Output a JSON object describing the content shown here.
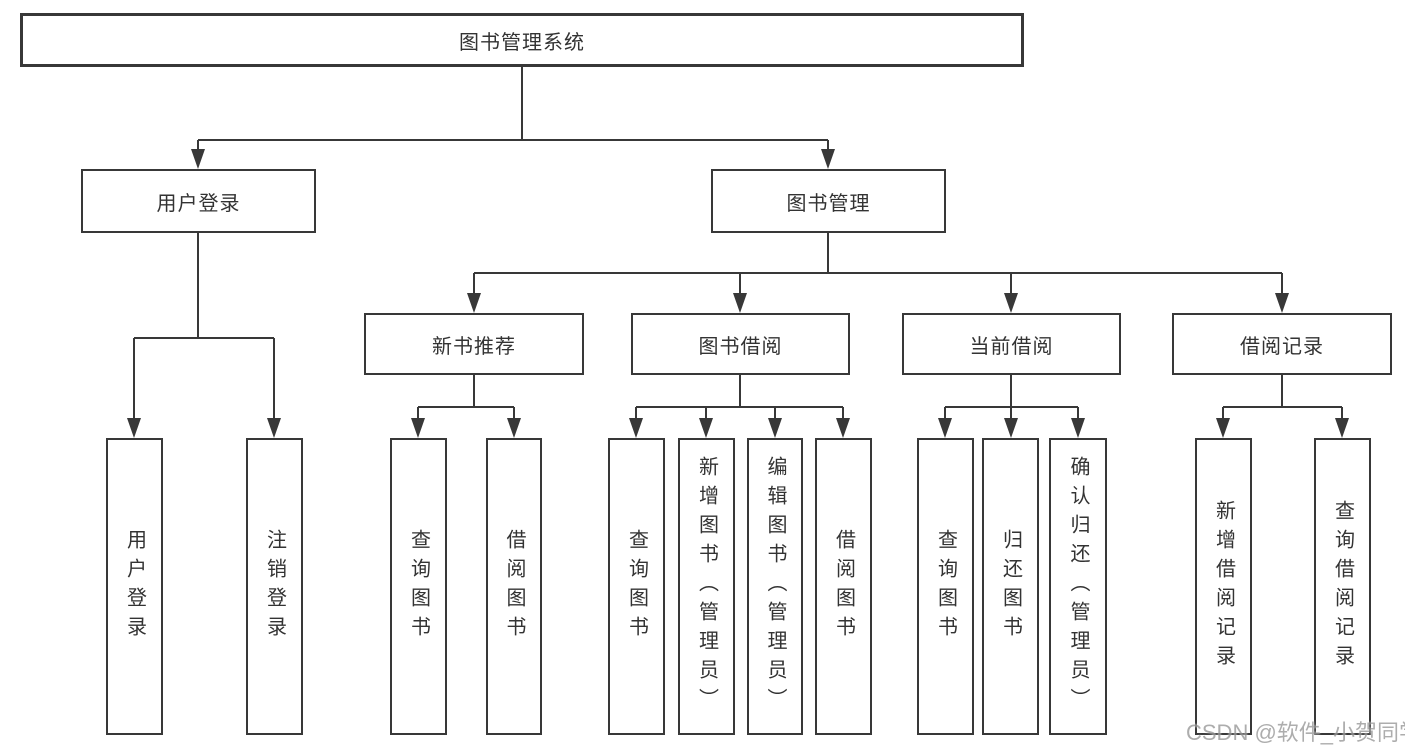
{
  "diagram": {
    "root": {
      "label": "图书管理系统"
    },
    "branches": [
      {
        "label": "用户登录",
        "children": [
          {
            "label": "用户登录"
          },
          {
            "label": "注销登录"
          }
        ]
      },
      {
        "label": "图书管理",
        "children": [
          {
            "label": "新书推荐",
            "children": [
              {
                "label": "查询图书"
              },
              {
                "label": "借阅图书"
              }
            ]
          },
          {
            "label": "图书借阅",
            "children": [
              {
                "label": "查询图书"
              },
              {
                "label": "新增图书（管理员）"
              },
              {
                "label": "编辑图书（管理员）"
              },
              {
                "label": "借阅图书"
              }
            ]
          },
          {
            "label": "当前借阅",
            "children": [
              {
                "label": "查询图书"
              },
              {
                "label": "归还图书"
              },
              {
                "label": "确认归还（管理员）"
              }
            ]
          },
          {
            "label": "借阅记录",
            "children": [
              {
                "label": "新增借阅记录"
              },
              {
                "label": "查询借阅记录"
              }
            ]
          }
        ]
      }
    ]
  },
  "watermark": {
    "text": "CSDN @软件_小贺同学"
  },
  "colors": {
    "line": "#383838",
    "text": "#333333",
    "background": "#ffffff",
    "watermark": "#999999"
  }
}
